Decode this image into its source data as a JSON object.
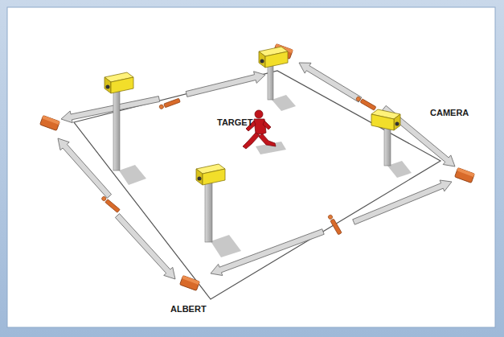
{
  "diagram": {
    "labels": [
      "TARGET",
      "CAMERA",
      "ALBERT"
    ]
  }
}
